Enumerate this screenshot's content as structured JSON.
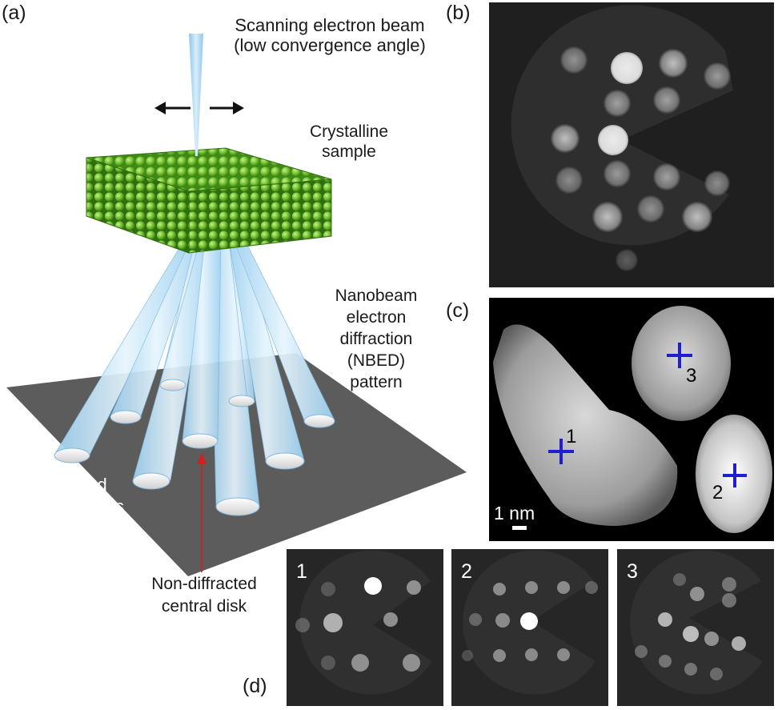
{
  "panel_labels": {
    "a": "(a)",
    "b": "(b)",
    "c": "(c)",
    "d": "(d)"
  },
  "annotations": {
    "beam": [
      "Scanning electron beam",
      "(low convergence angle)"
    ],
    "sample": [
      "Crystalline",
      "sample"
    ],
    "nbed": [
      "Nanobeam",
      "electron",
      "diffraction",
      "(NBED)",
      "pattern"
    ],
    "bragg": [
      "Diffracted",
      "Bragg disks"
    ],
    "central": [
      "Non-diffracted",
      "central disk"
    ]
  },
  "panel_c": {
    "scale_bar": "1 nm",
    "markers": [
      "1",
      "2",
      "3"
    ]
  },
  "panel_d": {
    "labels": [
      "1",
      "2",
      "3"
    ]
  },
  "colors": {
    "sample_green": "#6fc02e",
    "beam_blue": "#a9d6f2",
    "marker_blue": "#1f1fd1",
    "arrow_red": "#d22020",
    "detector_gray": "#5c5c5c"
  }
}
